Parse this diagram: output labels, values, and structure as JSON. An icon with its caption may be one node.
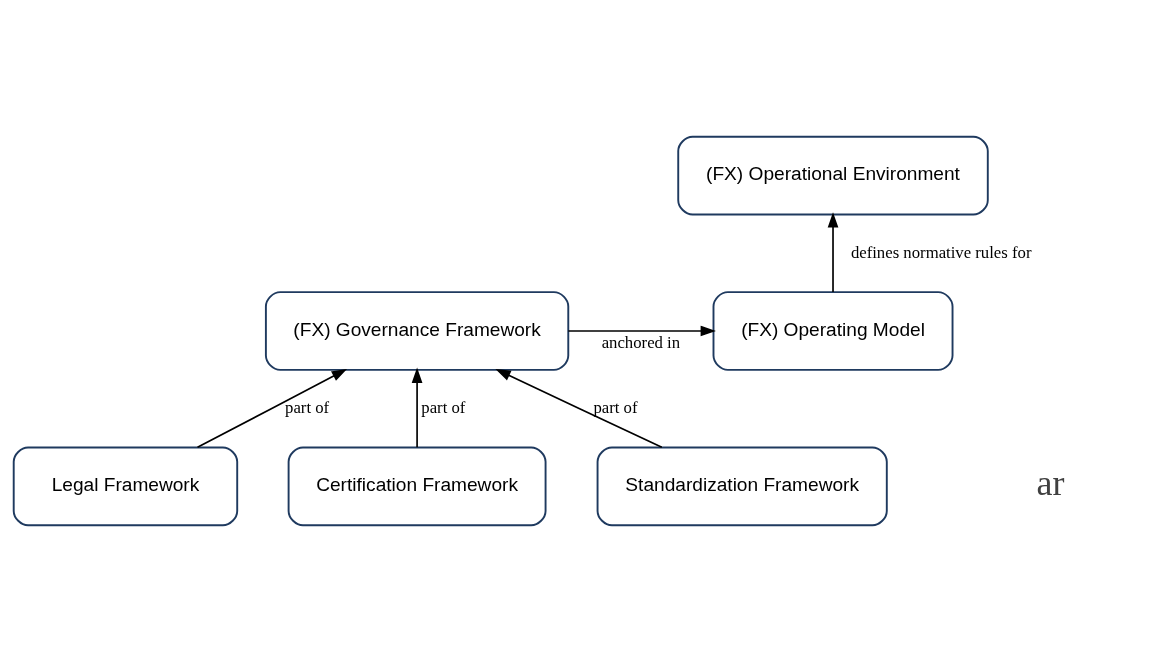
{
  "diagram": {
    "nodes": [
      {
        "text": [
          "(FX) Operational Environment"
        ]
      },
      {
        "text": [
          "(FX) Governance Framework"
        ]
      },
      {
        "text": [
          "(FX) Operating Model"
        ]
      },
      {
        "text": [
          "Legal Framework"
        ]
      },
      {
        "text": [
          "Certification Framework"
        ]
      },
      {
        "text": [
          "Standardization Framework"
        ]
      }
    ],
    "edges": [
      {
        "from": 2,
        "to": 0,
        "arrow": "to",
        "label": "defines normative rules for"
      },
      {
        "from": 1,
        "to": 2,
        "arrow": "to",
        "label": "anchored in"
      },
      {
        "from": 3,
        "to": 1,
        "arrow": "to",
        "label": "part of"
      },
      {
        "from": 4,
        "to": 1,
        "arrow": "to",
        "label": "part of"
      },
      {
        "from": 5,
        "to": 1,
        "arrow": "to",
        "label": "part of"
      }
    ],
    "labels": [
      "ar"
    ]
  }
}
